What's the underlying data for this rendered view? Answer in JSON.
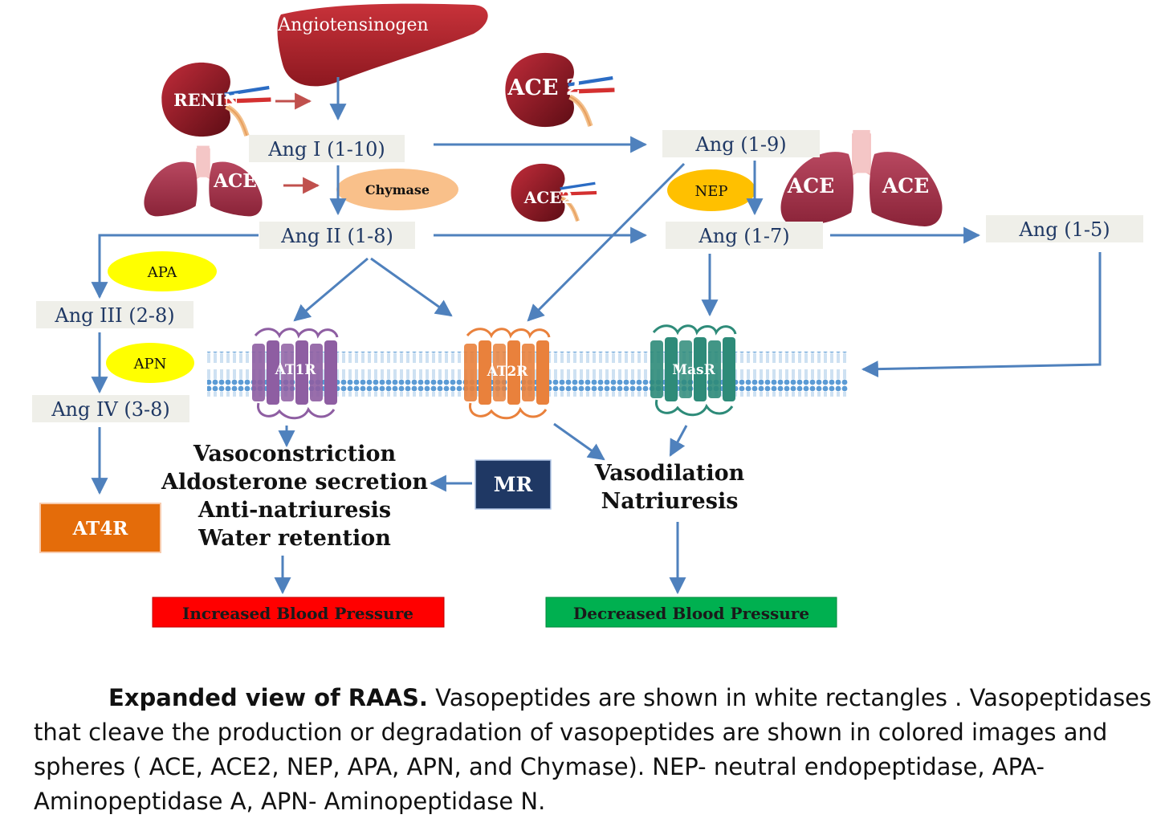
{
  "colors": {
    "arrow_blue": "#4f81bd",
    "arrow_red": "#c0504d",
    "peptide_box": "#efefe9",
    "liver": "#b5262e",
    "kidney": "#8e1a24",
    "lung": "#a5314d",
    "enzyme_yellow": "#ffff00",
    "chymase_orange": "#f9c08a",
    "at1r": "#8e5ea2",
    "at2r": "#e9813c",
    "masr": "#2e8b79",
    "mr_box": "#1f3864",
    "at4r_box": "#e46c0a",
    "increased_bp": "#ff0000",
    "decreased_bp": "#00b050"
  },
  "organs": {
    "liver": "Angiotensinogen",
    "kidney_renin": "RENIN",
    "kidney_ace2_top": "ACE 2",
    "kidney_ace2_mid": "ACE2",
    "lung_left": "ACE",
    "lung_right_left": "ACE",
    "lung_right_right": "ACE"
  },
  "peptides": {
    "ang_i": "Ang I (1-10)",
    "ang_ii": "Ang II (1-8)",
    "ang_1_9": "Ang (1-9)",
    "ang_1_7": "Ang (1-7)",
    "ang_1_5": "Ang (1-5)",
    "ang_iii": "Ang III (2-8)",
    "ang_iv": "Ang IV (3-8)"
  },
  "enzymes": {
    "chymase": "Chymase",
    "nep": "NEP",
    "apa": "APA",
    "apn": "APN"
  },
  "receptors": {
    "at1r": "AT1R",
    "at2r": "AT2R",
    "masr": "MasR",
    "mr": "MR",
    "at4r": "AT4R"
  },
  "effects": {
    "pressor": [
      "Vasoconstriction",
      "Aldosterone secretion",
      "Anti-natriuresis",
      "Water retention"
    ],
    "depressor": [
      "Vasodilation",
      "Natriuresis"
    ]
  },
  "outcomes": {
    "increased": "Increased Blood Pressure",
    "decreased": "Decreased Blood Pressure"
  },
  "caption": {
    "title": "Expanded view of RAAS.",
    "text": " Vasopeptides are shown in white rectangles . Vasopeptidases that cleave the production or degradation of vasopeptides are shown in colored images and spheres ( ACE, ACE2, NEP, APA, APN, and Chymase). NEP- neutral endopeptidase, APA- Aminopeptidase A, APN- Aminopeptidase N."
  }
}
